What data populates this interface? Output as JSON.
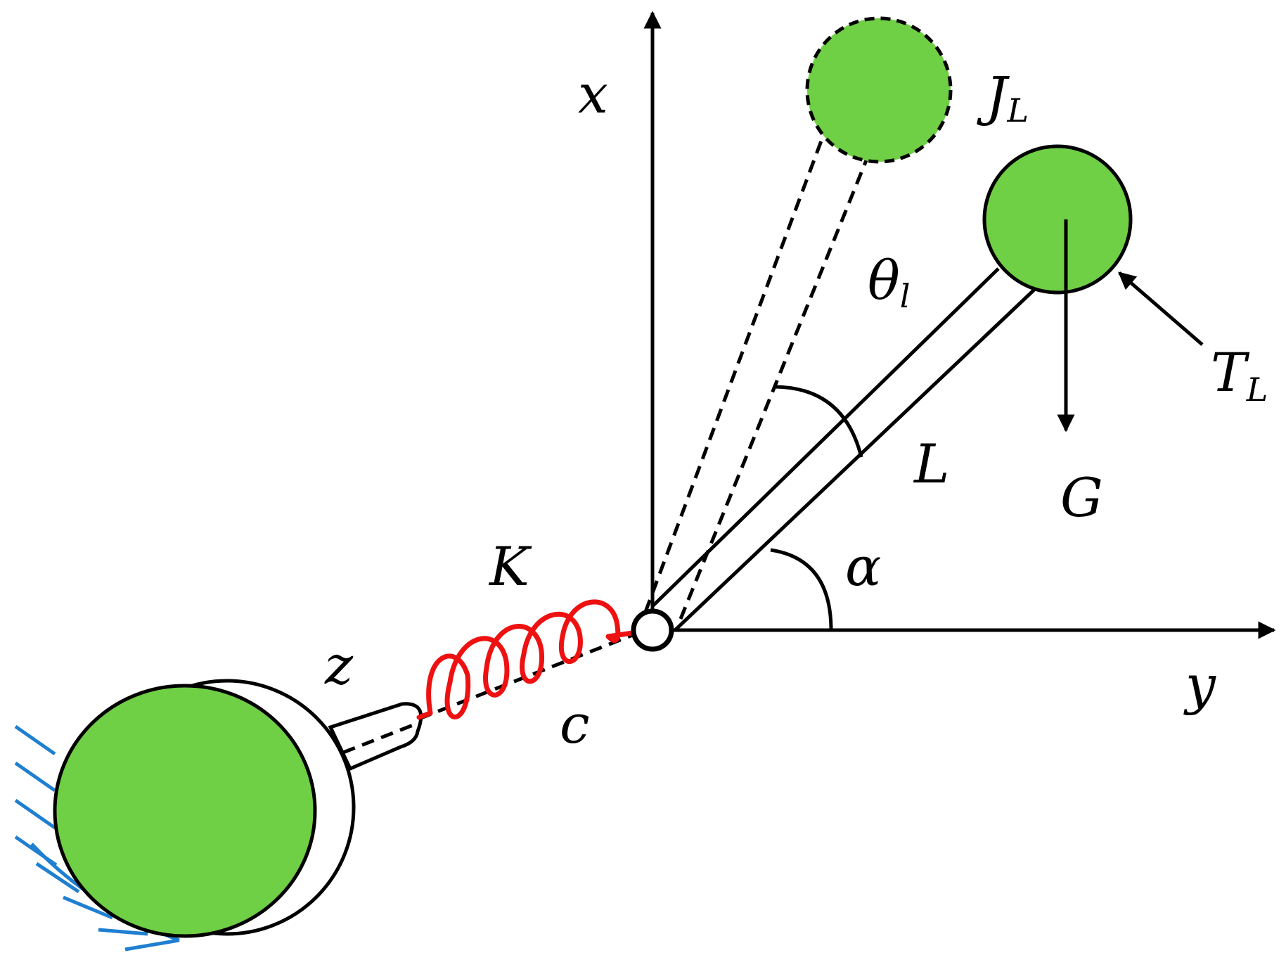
{
  "labels": {
    "x_axis": "x",
    "y_axis": "y",
    "moment_of_inertia": "J",
    "moment_of_inertia_sub": "L",
    "angle_theta": "θ",
    "angle_theta_sub": "l",
    "load_torque": "T",
    "load_torque_sub": "L",
    "arm_length": "L",
    "gravity": "G",
    "angle_alpha": "α",
    "spring_stiffness": "K",
    "damping": "c",
    "shaft": "z"
  },
  "colors": {
    "mass_fill": "#6fcf45",
    "spring": "#ee1111",
    "ground_hatch": "#1f7fd1",
    "line": "#000000"
  }
}
